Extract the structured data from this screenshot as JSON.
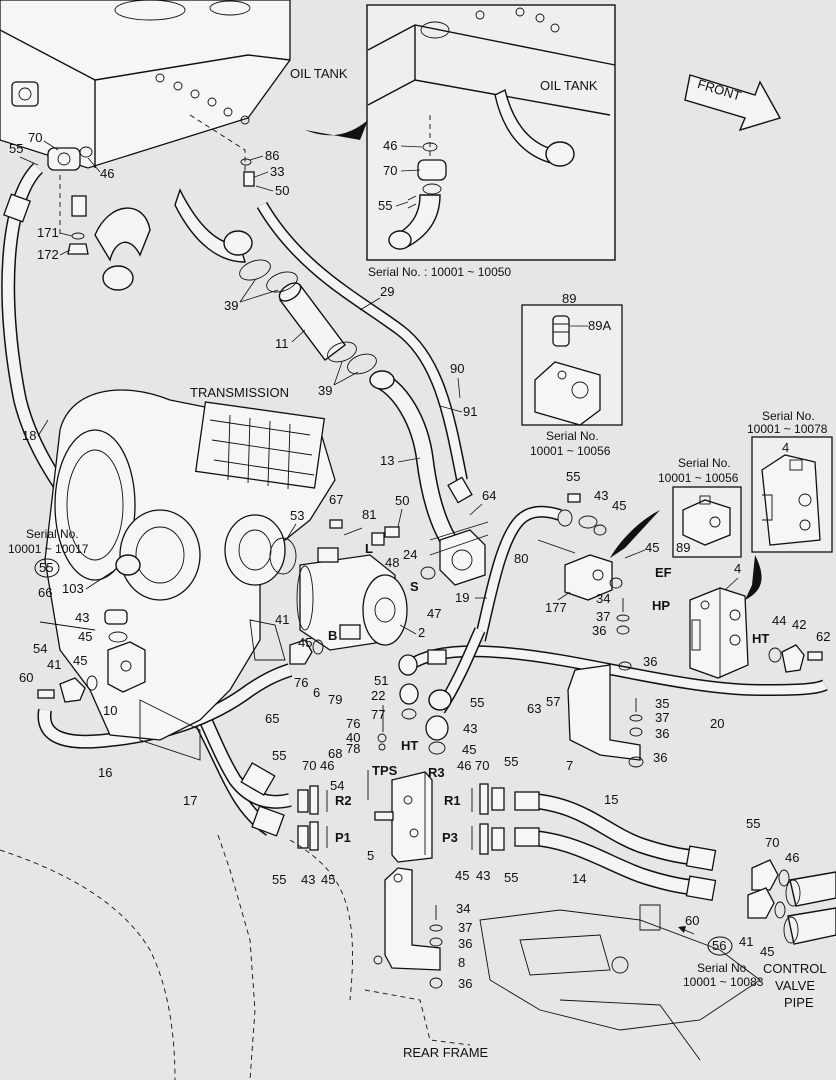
{
  "labels": {
    "oil_tank_main": "OIL TANK",
    "oil_tank_inset": "OIL TANK",
    "transmission": "TRANSMISSION",
    "front": "FRONT",
    "rear_frame": "REAR FRAME",
    "control_valve_1": "CONTROL",
    "control_valve_2": "VALVE",
    "control_valve_3": "PIPE"
  },
  "serial_notes": {
    "inset_tank": "Serial No. : 10001 ~ 10050",
    "block_89_line1": "Serial No.",
    "block_89_line2": "10001 ~ 10056",
    "valve_4_line1": "Serial No.",
    "valve_4_line2": "10001 ~ 10078",
    "block_89b_line1": "Serial No.",
    "block_89b_line2": "10001 ~ 10056",
    "fitting_55_line1": "Serial No.",
    "fitting_55_line2": "10001 ~ 10017",
    "fitting_56_line1": "Serial No.",
    "fitting_56_line2": "10001 ~ 10083"
  },
  "ports": {
    "L": "L",
    "B": "B",
    "S": "S",
    "EF": "EF",
    "HP": "HP",
    "HT_valve": "HT",
    "HT_block": "HT",
    "TPS": "TPS",
    "R3": "R3",
    "R2": "R2",
    "R1": "R1",
    "P1": "P1",
    "P3": "P3"
  },
  "callouts": {
    "c55a": "55",
    "c70a": "70",
    "c46a": "46",
    "c171": "171",
    "c172": "172",
    "c86": "86",
    "c33": "33",
    "c50a": "50",
    "c39a": "39",
    "c29": "29",
    "c11": "11",
    "c39b": "39",
    "c90": "90",
    "c91": "91",
    "c13": "13",
    "c18": "18",
    "c46i": "46",
    "c70i": "70",
    "c55i": "55",
    "c89": "89",
    "c89A": "89A",
    "c4a": "4",
    "c55b": "55",
    "c43a": "43",
    "c45a": "45",
    "c89b": "89",
    "c64": "64",
    "c67": "67",
    "c81": "81",
    "c50b": "50",
    "c53": "53",
    "c24": "24",
    "c48": "48",
    "c80": "80",
    "c45b": "45",
    "c4b": "4",
    "c19": "19",
    "c47": "47",
    "c2": "2",
    "c177": "177",
    "c34a": "34",
    "c37a": "37",
    "c36a": "36",
    "c44": "44",
    "c42": "42",
    "c62": "62",
    "c103": "103",
    "c66": "66",
    "c43b": "43",
    "c45c": "45",
    "c54a": "54",
    "c45d": "45",
    "c41a": "41",
    "c45e": "45",
    "c60a": "60",
    "c10": "10",
    "c76a": "76",
    "c6": "6",
    "c79": "79",
    "c65": "65",
    "c51": "51",
    "c22": "22",
    "c77": "77",
    "c55c": "55",
    "c43c": "43",
    "c45f": "45",
    "c36b": "36",
    "c35": "35",
    "c37b": "37",
    "c36c": "36",
    "c63": "63",
    "c57": "57",
    "c20": "20",
    "c7": "7",
    "c36d": "36",
    "c76b": "76",
    "c40": "40",
    "c78": "78",
    "c68": "68",
    "c54b": "54",
    "c55d": "55",
    "c70b": "70",
    "c46b": "46",
    "c46c": "46",
    "c70c": "70",
    "c55e": "55",
    "c16": "16",
    "c17": "17",
    "c15": "15",
    "c5": "5",
    "c55f": "55",
    "c43d": "43",
    "c45g": "45",
    "c45h": "45",
    "c43e": "43",
    "c55g": "55",
    "c14": "14",
    "c55h": "55",
    "c70d": "70",
    "c46d": "46",
    "c34b": "34",
    "c37c": "37",
    "c36e": "36",
    "c8": "8",
    "c36f": "36",
    "c60b": "60",
    "c41b": "41",
    "c45i": "45",
    "c41c": "41",
    "c56": "56",
    "c55circ": "55"
  }
}
